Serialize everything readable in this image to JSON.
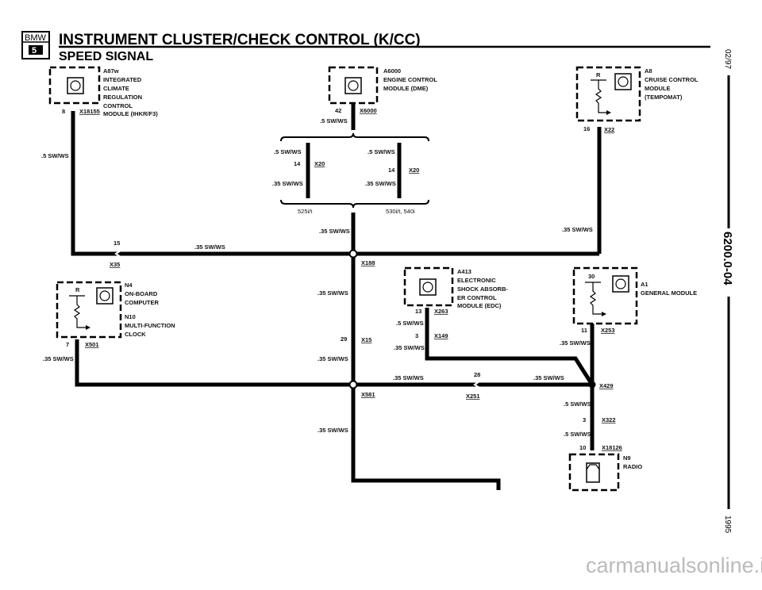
{
  "header": {
    "logo_text": "BMW",
    "logo_series": "5",
    "title": "INSTRUMENT CLUSTER/CHECK CONTROL (K/CC)",
    "subtitle": "SPEED SIGNAL"
  },
  "margin": {
    "date": "02/97",
    "page_code": "6200.0-04",
    "year": "1995"
  },
  "components": {
    "a87w": {
      "lines": [
        "A87w",
        "INTEGRATED",
        "CLIMATE",
        "REGULATION",
        "CONTROL",
        "MODULE (IHKR/F3)"
      ],
      "pin": "8",
      "connector": "X18155"
    },
    "a6000": {
      "lines": [
        "A6000",
        "ENGINE CONTROL",
        "MODULE (DME)"
      ],
      "pin": "42",
      "connector": "X6000"
    },
    "a8": {
      "lines": [
        "A8",
        "CRUISE CONTROL",
        "MODULE",
        "(TEMPOMAT)"
      ],
      "pin": "16",
      "connector": "X22",
      "terminal": "R"
    },
    "n4": {
      "lines": [
        "N4",
        "ON-BOARD",
        "COMPUTER",
        "",
        "N10",
        "MULTI-FUNCTION",
        "CLOCK"
      ],
      "pin": "7",
      "connector": "X501",
      "terminal": "R"
    },
    "a413": {
      "lines": [
        "A413",
        "ELECTRONIC",
        "SHOCK ABSORB-",
        "ER CONTROL",
        "MODULE (EDC)"
      ],
      "pin": "13",
      "connector": "X263"
    },
    "a1": {
      "lines": [
        "A1",
        "GENERAL MODULE"
      ],
      "pin": "11",
      "connector": "X253",
      "terminal": "30"
    },
    "n9": {
      "lines": [
        "N9",
        "RADIO"
      ],
      "pin": "10",
      "connector": "X18126"
    }
  },
  "wires": {
    "w1": ".5 SW/WS",
    "w2": ".5 SW/WS",
    "w3": ".5 SW/WS",
    "w4": ".35 SW/WS",
    "w5": ".5 SW/WS",
    "w6": ".35 SW/WS",
    "w7": ".35 SW/WS",
    "w8": ".35 SW/WS",
    "w9": ".35 SW/WS",
    "w10": ".35 SW/WS",
    "w11": ".35 SW/WS",
    "w12": ".35 SW/WS",
    "w13": ".35 SW/WS",
    "w14": ".5 SW/WS",
    "w15": ".35 SW/WS",
    "w16": ".35 SW/WS",
    "w17": ".35 SW/WS",
    "w18": ".35 SW/WS",
    "w19": ".5 SW/WS",
    "w20": ".5 SW/WS"
  },
  "connectors": {
    "x20_left_pin": "14",
    "x20_left": "X20",
    "x20_right_pin": "14",
    "x20_right": "X20",
    "variant_left": "525i/t",
    "variant_right": "530i/t, 540i",
    "x35_pin": "15",
    "x35": "X35",
    "x188": "X188",
    "x15_pin": "29",
    "x15": "X15",
    "x581": "X581",
    "x149_pin": "3",
    "x149": "X149",
    "x251_pin": "28",
    "x251": "X251",
    "x429": "X429",
    "x322_pin": "3",
    "x322": "X322"
  },
  "watermark": "carmanualsonline.info"
}
